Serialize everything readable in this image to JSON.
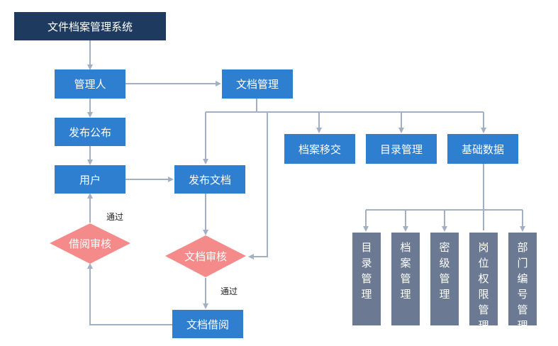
{
  "colors": {
    "title_box": "#1e3a5f",
    "process_box": "#2f7fd1",
    "sub_box": "#6b7a92",
    "decision": "#f58a8a",
    "connector": "#a3b0c4"
  },
  "nodes": {
    "title": "文件档案管理系统",
    "manager": "管理人",
    "doc_management": "文档管理",
    "publish_notice": "发布公布",
    "user": "用户",
    "publish_doc": "发布文档",
    "archive_transfer": "档案移交",
    "catalog_management": "目录管理",
    "base_data": "基础数据",
    "borrow_review": "借阅审核",
    "doc_review": "文档审核",
    "doc_borrow": "文档借阅"
  },
  "base_data_children": [
    [
      "目",
      "录",
      "管",
      "理"
    ],
    [
      "档",
      "案",
      "管",
      "理"
    ],
    [
      "密",
      "级",
      "管",
      "理"
    ],
    [
      "岗",
      "位",
      "权",
      "限",
      "管",
      "理"
    ],
    [
      "部",
      "门",
      "编",
      "号",
      "管",
      "理"
    ]
  ],
  "edge_labels": {
    "borrow_pass": "通过",
    "review_pass": "通过"
  }
}
